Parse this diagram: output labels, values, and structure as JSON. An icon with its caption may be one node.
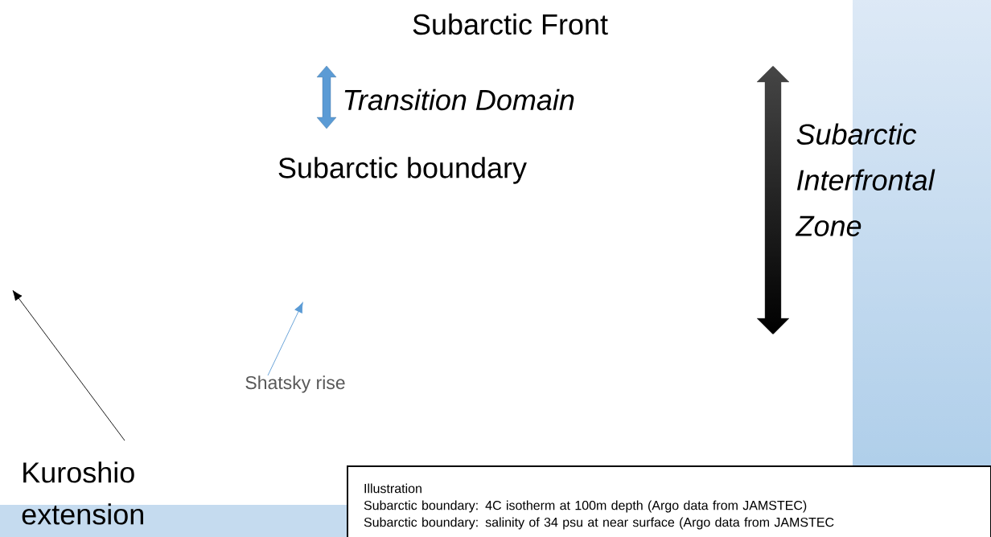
{
  "diagram": {
    "nodes": [
      {
        "text": [
          "Shatsky rise"
        ]
      },
      {
        "text": [
          "Kuroshio extension"
        ]
      },
      {
        "text": [
          "Illustration",
          "Subarctic boundary: 4C isotherm at 100m depth (Argo data from JAMSTEC)",
          "Subarctic boundary: salinity  of  34  psu at near surface (Argo data from JAMSTEC"
        ]
      }
    ],
    "edges": [
      {
        "from": 0,
        "to": null,
        "arrow": "to",
        "color": "#5b9bd5"
      },
      {
        "from": 1,
        "to": null,
        "arrow": "to",
        "color": "#000000"
      }
    ],
    "labels": [
      "Subarctic Front",
      "Transition Domain",
      "Subarctic boundary",
      "Subarctic Interfrontal Zone"
    ]
  }
}
